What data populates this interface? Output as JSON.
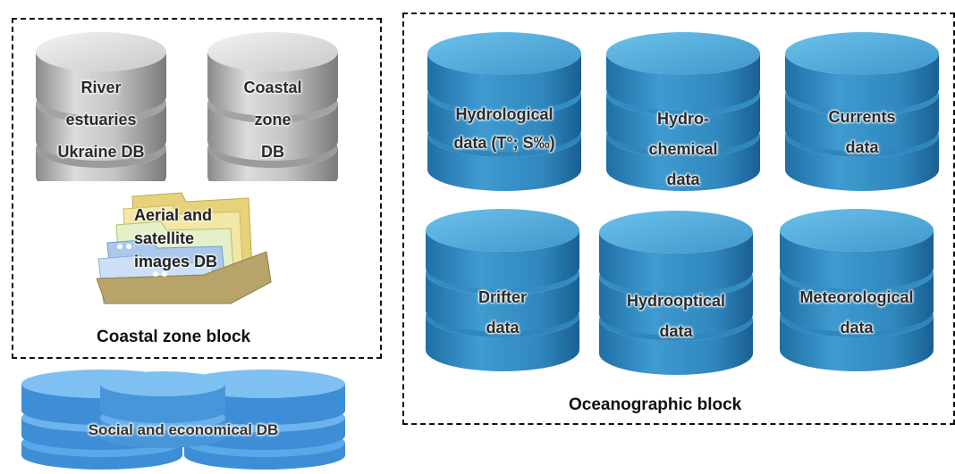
{
  "coastal_block": {
    "label": "Coastal zone block",
    "databases": [
      {
        "lines": [
          "River",
          "estuaries",
          "Ukraine DB"
        ]
      },
      {
        "lines": [
          "Coastal",
          "zone",
          "DB"
        ]
      }
    ],
    "images_db": {
      "lines": [
        "Aerial and",
        "satellite",
        "images DB"
      ]
    }
  },
  "oceanographic_block": {
    "label": "Oceanographic block",
    "databases": [
      {
        "lines": [
          "Hydrological",
          "data (T°; S‰)"
        ]
      },
      {
        "lines": [
          "Hydro-",
          "chemical",
          "data"
        ]
      },
      {
        "lines": [
          "Currents",
          "data"
        ]
      },
      {
        "lines": [
          "Drifter",
          "data"
        ]
      },
      {
        "lines": [
          "Hydrooptical",
          "data"
        ]
      },
      {
        "lines": [
          "Meteorological",
          "data"
        ]
      }
    ]
  },
  "social_db": {
    "label": "Social and economical DB"
  },
  "colors": {
    "blue_cylinder": "#3a93c9",
    "gray_cylinder": "#b5b5b5",
    "social_blue": "#4a9be0"
  }
}
